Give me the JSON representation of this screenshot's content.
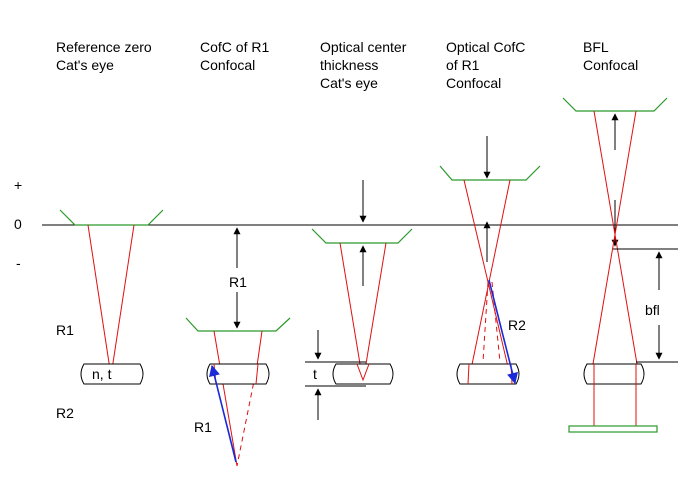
{
  "columns": [
    {
      "id": "col1",
      "lines": [
        "Reference zero",
        "Cat's eye"
      ]
    },
    {
      "id": "col2",
      "lines": [
        "CofC of R1",
        "Confocal"
      ]
    },
    {
      "id": "col3",
      "lines": [
        "Optical center",
        "thickness",
        "Cat's eye"
      ]
    },
    {
      "id": "col4",
      "lines": [
        "Optical CofC",
        "of R1",
        "Confocal"
      ]
    },
    {
      "id": "col5",
      "lines": [
        "BFL",
        "Confocal"
      ]
    }
  ],
  "axis": {
    "plus": "+",
    "zero": "0",
    "minus": "-"
  },
  "labels": {
    "r1_left": "R1",
    "r2_left": "R2",
    "lens_text": "n, t",
    "r1_col2_upper": "R1",
    "r1_col2_lower": "R1",
    "t_label": "t",
    "r2_col4": "R2",
    "bfl": "bfl"
  },
  "colors": {
    "ray": "#e01010",
    "fixture": "#2a9a2a",
    "vector": "#1a2ad8",
    "line": "#000000"
  }
}
